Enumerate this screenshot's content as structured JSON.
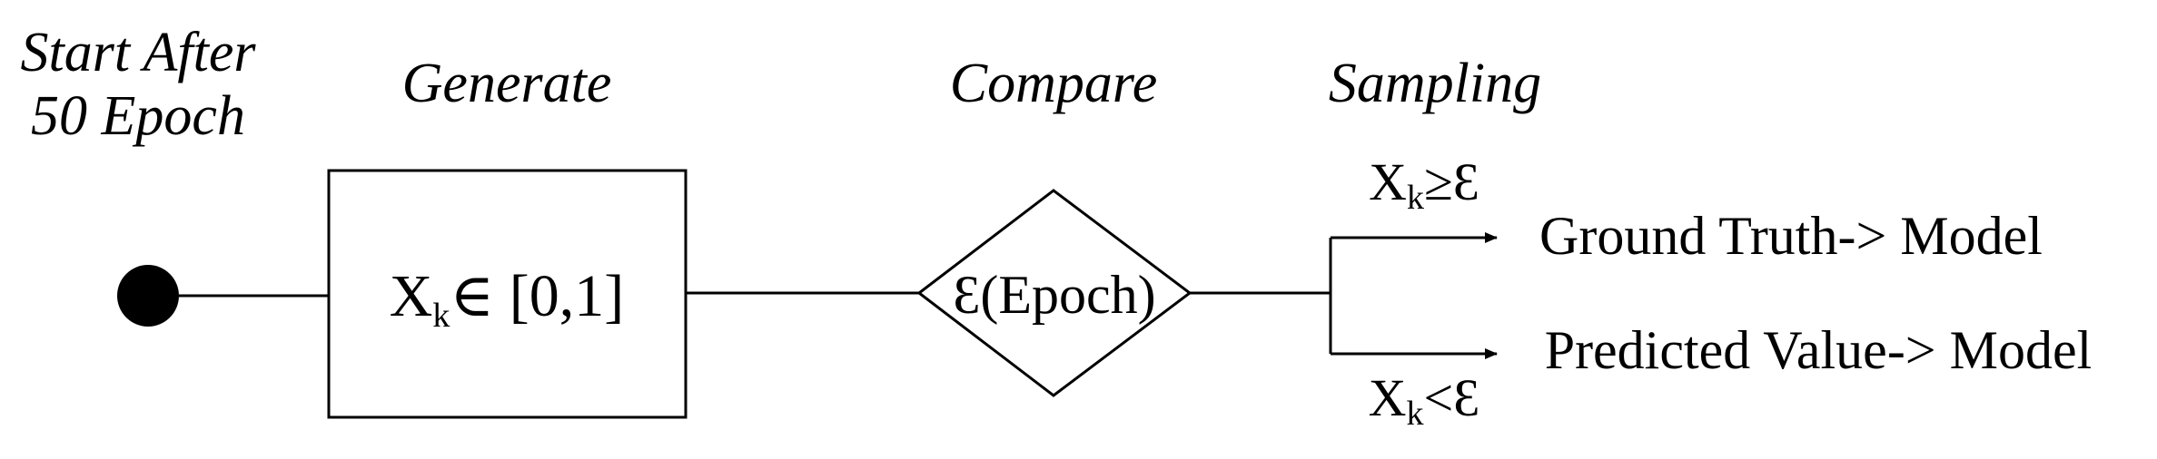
{
  "labels": {
    "start_line1": "Start After",
    "start_line2": "50 Epoch",
    "generate": "Generate",
    "compare": "Compare",
    "sampling": "Sampling"
  },
  "generate_box": {
    "var": "X",
    "var_sub": "k",
    "rest": "∈ [0,1]"
  },
  "compare_diamond": {
    "text": "Ɛ(Epoch)"
  },
  "branch_upper": {
    "var": "X",
    "var_sub": "k",
    "rest": "≥Ɛ",
    "output": "Ground Truth-> Model"
  },
  "branch_lower": {
    "var": "X",
    "var_sub": "k",
    "rest": "<Ɛ",
    "output": "Predicted Value-> Model"
  },
  "colors": {
    "ink": "#000000",
    "background": "#ffffff"
  }
}
